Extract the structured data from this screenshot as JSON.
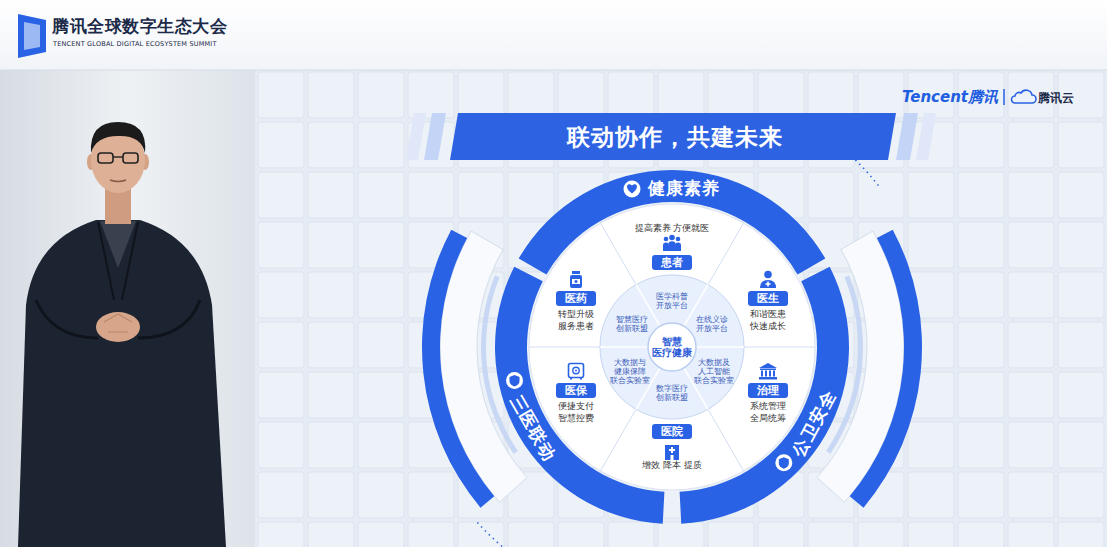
{
  "diagram": {
    "title": "联动协作，共建未来",
    "nodes": [
      {
        "text": [
          "健康素养"
        ]
      },
      {
        "text": [
          "三医联动"
        ]
      },
      {
        "text": [
          "公卫安全"
        ]
      },
      {
        "text": [
          "患者",
          "提高素养 方便就医"
        ]
      },
      {
        "text": [
          "医生",
          "和谐医患 快速成长"
        ]
      },
      {
        "text": [
          "治理",
          "系统管理 全局统筹"
        ]
      },
      {
        "text": [
          "医院",
          "增效 降本 提质"
        ]
      },
      {
        "text": [
          "医保",
          "便捷支付 智慧控费"
        ]
      },
      {
        "text": [
          "医药",
          "转型升级 服务患者"
        ]
      },
      {
        "text": [
          "医学科普 开放平台"
        ]
      },
      {
        "text": [
          "在线义诊 开放平台"
        ]
      },
      {
        "text": [
          "大数据及 人工智能 联合实验室"
        ]
      },
      {
        "text": [
          "数字医疗 创新联盟"
        ]
      },
      {
        "text": [
          "大数据与 健康保障 联合实验室"
        ]
      },
      {
        "text": [
          "智慧医疗 创新联盟"
        ]
      },
      {
        "text": [
          "智慧 医疗健康"
        ]
      }
    ],
    "labels": [
      "腾讯全球数字生态大会",
      "TENCENT GLOBAL DIGITAL ECOSYSTEM SUMMIT",
      "Tencent腾讯",
      "腾讯云"
    ]
  }
}
